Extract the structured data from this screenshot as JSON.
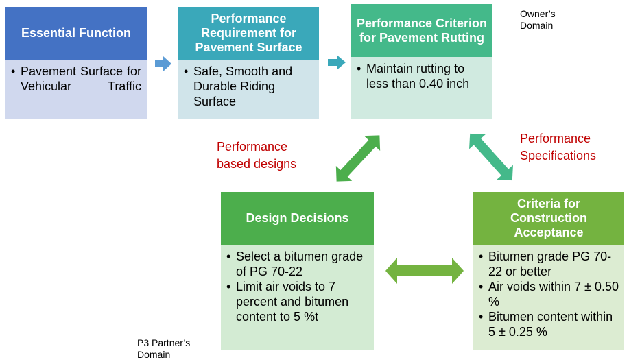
{
  "boxes": {
    "essential": {
      "title": "Essential Function",
      "items": [
        "Pavement Surface for Vehicular Traffic"
      ]
    },
    "requirement": {
      "title": "Performance Requirement for Pavement Surface",
      "items": [
        "Safe, Smooth and Durable Riding Surface"
      ]
    },
    "criterion": {
      "title": "Performance Criterion for Pavement Rutting",
      "items": [
        "Maintain rutting to less than 0.40 inch"
      ]
    },
    "design": {
      "title": "Design Decisions",
      "items": [
        "Select a bitumen grade of PG 70-22",
        "Limit air voids to 7 percent and bitumen content to 5 %t"
      ]
    },
    "acceptance": {
      "title": "Criteria for Construction Acceptance",
      "items": [
        "Bitumen grade PG 70-22 or better",
        "Air voids within 7 ± 0.50 %",
        "Bitumen content within 5 ± 0.25 %"
      ]
    }
  },
  "labels": {
    "owner_domain": "Owner’s Domain",
    "partner_domain": "P3 Partner’s Domain",
    "performance_based_designs": "Performance based designs",
    "performance_specifications": "Performance Specifications"
  },
  "colors": {
    "essential_header": "#4472c4",
    "essential_body": "#d0d8ee",
    "requirement_header": "#3aa8ba",
    "requirement_body": "#d0e4ea",
    "criterion_header": "#44b98a",
    "criterion_body": "#d0eae0",
    "design_header": "#4cae4c",
    "design_body": "#d3ebd3",
    "acceptance_header": "#74b340",
    "acceptance_body": "#dcecd2",
    "red_text": "#c00000",
    "arrow_blue": "#5b9bd5",
    "arrow_teal": "#3aa8ba",
    "arrow_green_a": "#4cae4c",
    "arrow_green_b": "#44b98a",
    "arrow_green_c": "#74b340"
  }
}
